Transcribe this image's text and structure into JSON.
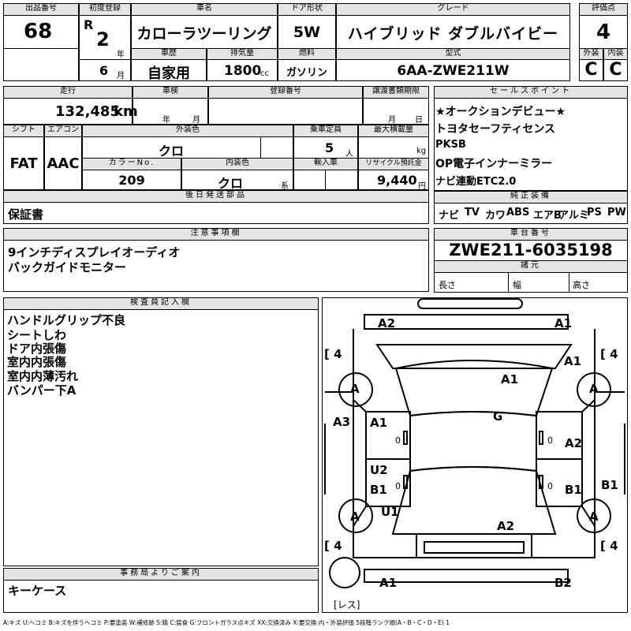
{
  "lot": {
    "label": "出品番号",
    "value": "68"
  },
  "first_reg": {
    "label": "初度登録",
    "era": "R",
    "year": "2",
    "year_unit": "年",
    "month": "6",
    "month_unit": "月"
  },
  "car_name": {
    "label": "車名",
    "value": "カローラツーリング"
  },
  "doors": {
    "label": "ドア形状",
    "value": "5W"
  },
  "grade": {
    "label": "グレード",
    "value": "ハイブリッド ダブルバイビー"
  },
  "score": {
    "label": "評価点",
    "value": "4"
  },
  "history": {
    "label": "車歴",
    "value": "自家用"
  },
  "displacement": {
    "label": "排気量",
    "value": "1800",
    "unit": "cc"
  },
  "fuel": {
    "label": "燃料",
    "value": "ガソリン"
  },
  "model": {
    "label": "型式",
    "value": "6AA-ZWE211W"
  },
  "ext_grade": {
    "label": "外装",
    "value": "C"
  },
  "int_grade": {
    "label": "内装",
    "value": "C"
  },
  "mileage": {
    "label": "走行",
    "value": "132,485",
    "unit": "km"
  },
  "inspection": {
    "label": "車検",
    "year_unit": "年",
    "month_unit": "月"
  },
  "plate": {
    "label": "登録番号"
  },
  "transfer": {
    "label": "譲渡書類期限",
    "month_unit": "月",
    "day_unit": "日"
  },
  "shift": {
    "label": "シフト",
    "value": "FAT"
  },
  "aircon": {
    "label": "エアコン",
    "value": "AAC"
  },
  "ext_color": {
    "label": "外装色",
    "value": "クロ"
  },
  "capacity": {
    "label": "乗車定員",
    "value": "5",
    "unit": "人"
  },
  "load": {
    "label": "最大積載量",
    "unit": "kg"
  },
  "color_no": {
    "label": "カラーNo.",
    "value": "209"
  },
  "int_color": {
    "label": "内装色",
    "value": "クロ",
    "unit": "系"
  },
  "import": {
    "label": "輸入車"
  },
  "recycle": {
    "label": "リサイクル預託金",
    "value": "9,440",
    "unit": "円"
  },
  "later_parts": {
    "label": "後日発送部品",
    "value": "保証書"
  },
  "sales_points": {
    "label": "セールスポイント",
    "items": [
      "★オークションデビュー★",
      "トヨタセーフティセンス",
      "PKSB",
      "OP電子インナーミラー",
      "ナビ連動ETC2.0"
    ]
  },
  "equipment": {
    "label": "純正装備",
    "items": [
      "ナビ",
      "TV",
      "カワ",
      "ABS",
      "エアB",
      "アルミ",
      "PS",
      "PW"
    ]
  },
  "notes": {
    "label": "注意事項欄",
    "lines": [
      "9インチディスプレイオーディオ",
      "バックガイドモニター"
    ]
  },
  "chassis": {
    "label": "車台番号",
    "value": "ZWE211-6035198"
  },
  "specs": {
    "label": "諸元",
    "length": "長さ",
    "width": "幅",
    "height": "高さ"
  },
  "inspector": {
    "label": "検査員記入欄",
    "lines": [
      "ハンドルグリップ不良",
      "シートしわ",
      "ドア内張傷",
      "室内内張傷",
      "室内内薄汚れ",
      "バンパー下A"
    ]
  },
  "office": {
    "label": "事務局よりご案内",
    "value": "キーケース"
  },
  "diagram": {
    "marks": {
      "fbumper_l": "A2",
      "fbumper_r": "A1",
      "fr_fender": "A1",
      "hood": "A1",
      "roof": "G",
      "fl_wheel": "A",
      "fr_wheel": "A",
      "rl_wheel": "A",
      "rr_wheel": "A",
      "l_front_fender": "A3",
      "l_front_door": "A1",
      "l_rear_door_a": "U2",
      "l_rear_door_b": "B1",
      "l_rear_fender": "U1",
      "r_front_door": "A2",
      "r_rear_door": "B1",
      "r_rear_fender": "B1",
      "trunk": "A2",
      "rbumper_l": "A1",
      "rbumper_r": "B2"
    },
    "tires": {
      "fl": "4",
      "fr": "4",
      "rl": "4",
      "rr": "4"
    },
    "spare": "レス",
    "zero_l1": "0",
    "zero_l2": "0",
    "zero_r1": "0",
    "zero_r2": "0"
  },
  "legend": "A:キズ U:ヘコミ B:キズを伴うヘコミ P:要塗装 W:補修跡 S:錆 C:腐食 G:フロントガラス点キズ XX:交換済み X:要交換 内・外装評価 5段階ランク順(A・B・C・D・E) 1"
}
